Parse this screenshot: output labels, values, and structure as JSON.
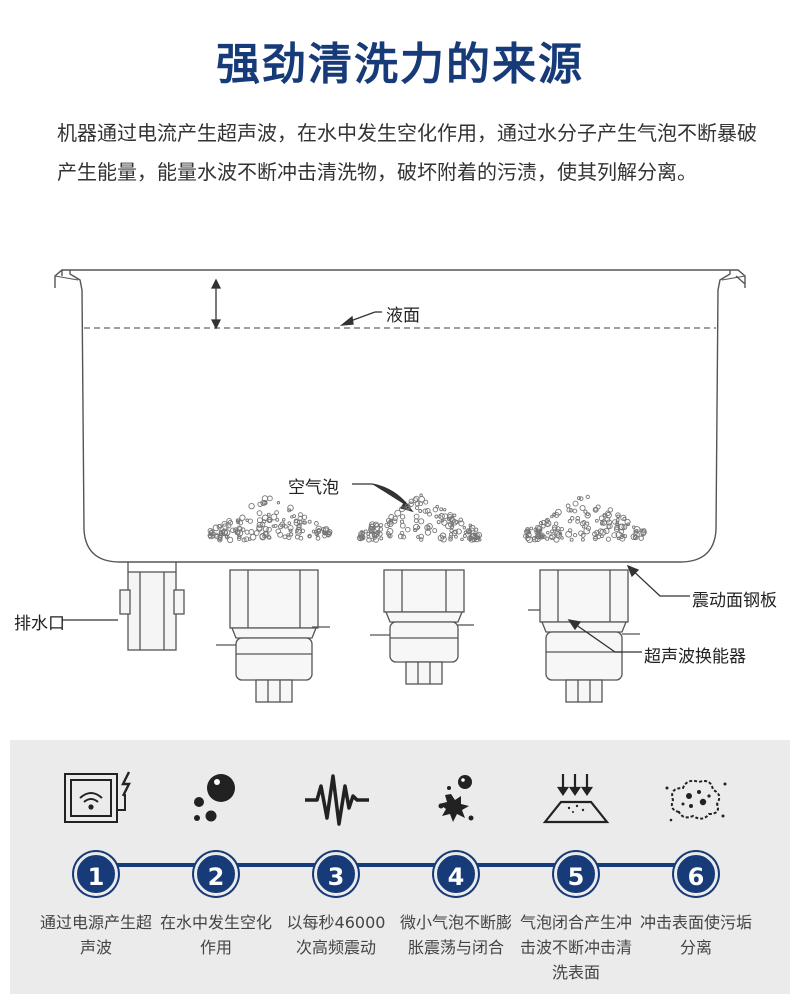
{
  "title": "强劲清洗力的来源",
  "intro": "机器通过电流产生超声波，在水中发生空化作用，通过水分子产生气泡不断暴破产生能量，能量水波不断冲击清洗物，破坏附着的污渍，使其列解分离。",
  "diagram": {
    "labels": {
      "liquid_surface": "液面",
      "air_bubbles": "空气泡",
      "drain": "排水口",
      "vibrating_plate": "震动面钢板",
      "transducer": "超声波换能器"
    }
  },
  "steps": [
    {
      "number": "1",
      "text": "通过电源产生超声波",
      "icon": "ultrasonic-generator-icon"
    },
    {
      "number": "2",
      "text": "在水中发生空化作用",
      "icon": "bubbles-icon"
    },
    {
      "number": "3",
      "text": "以每秒46000次高频震动",
      "icon": "wave-icon"
    },
    {
      "number": "4",
      "text": "微小气泡不断膨胀震荡与闭合",
      "icon": "bubble-burst-icon"
    },
    {
      "number": "5",
      "text": "气泡闭合产生冲击波不断冲击清洗表面",
      "icon": "impact-surface-icon"
    },
    {
      "number": "6",
      "text": "冲击表面使污垢分离",
      "icon": "dirt-cloud-icon"
    }
  ],
  "colors": {
    "brand": "#173a78",
    "panel": "#ebebeb",
    "stroke": "#555555"
  }
}
